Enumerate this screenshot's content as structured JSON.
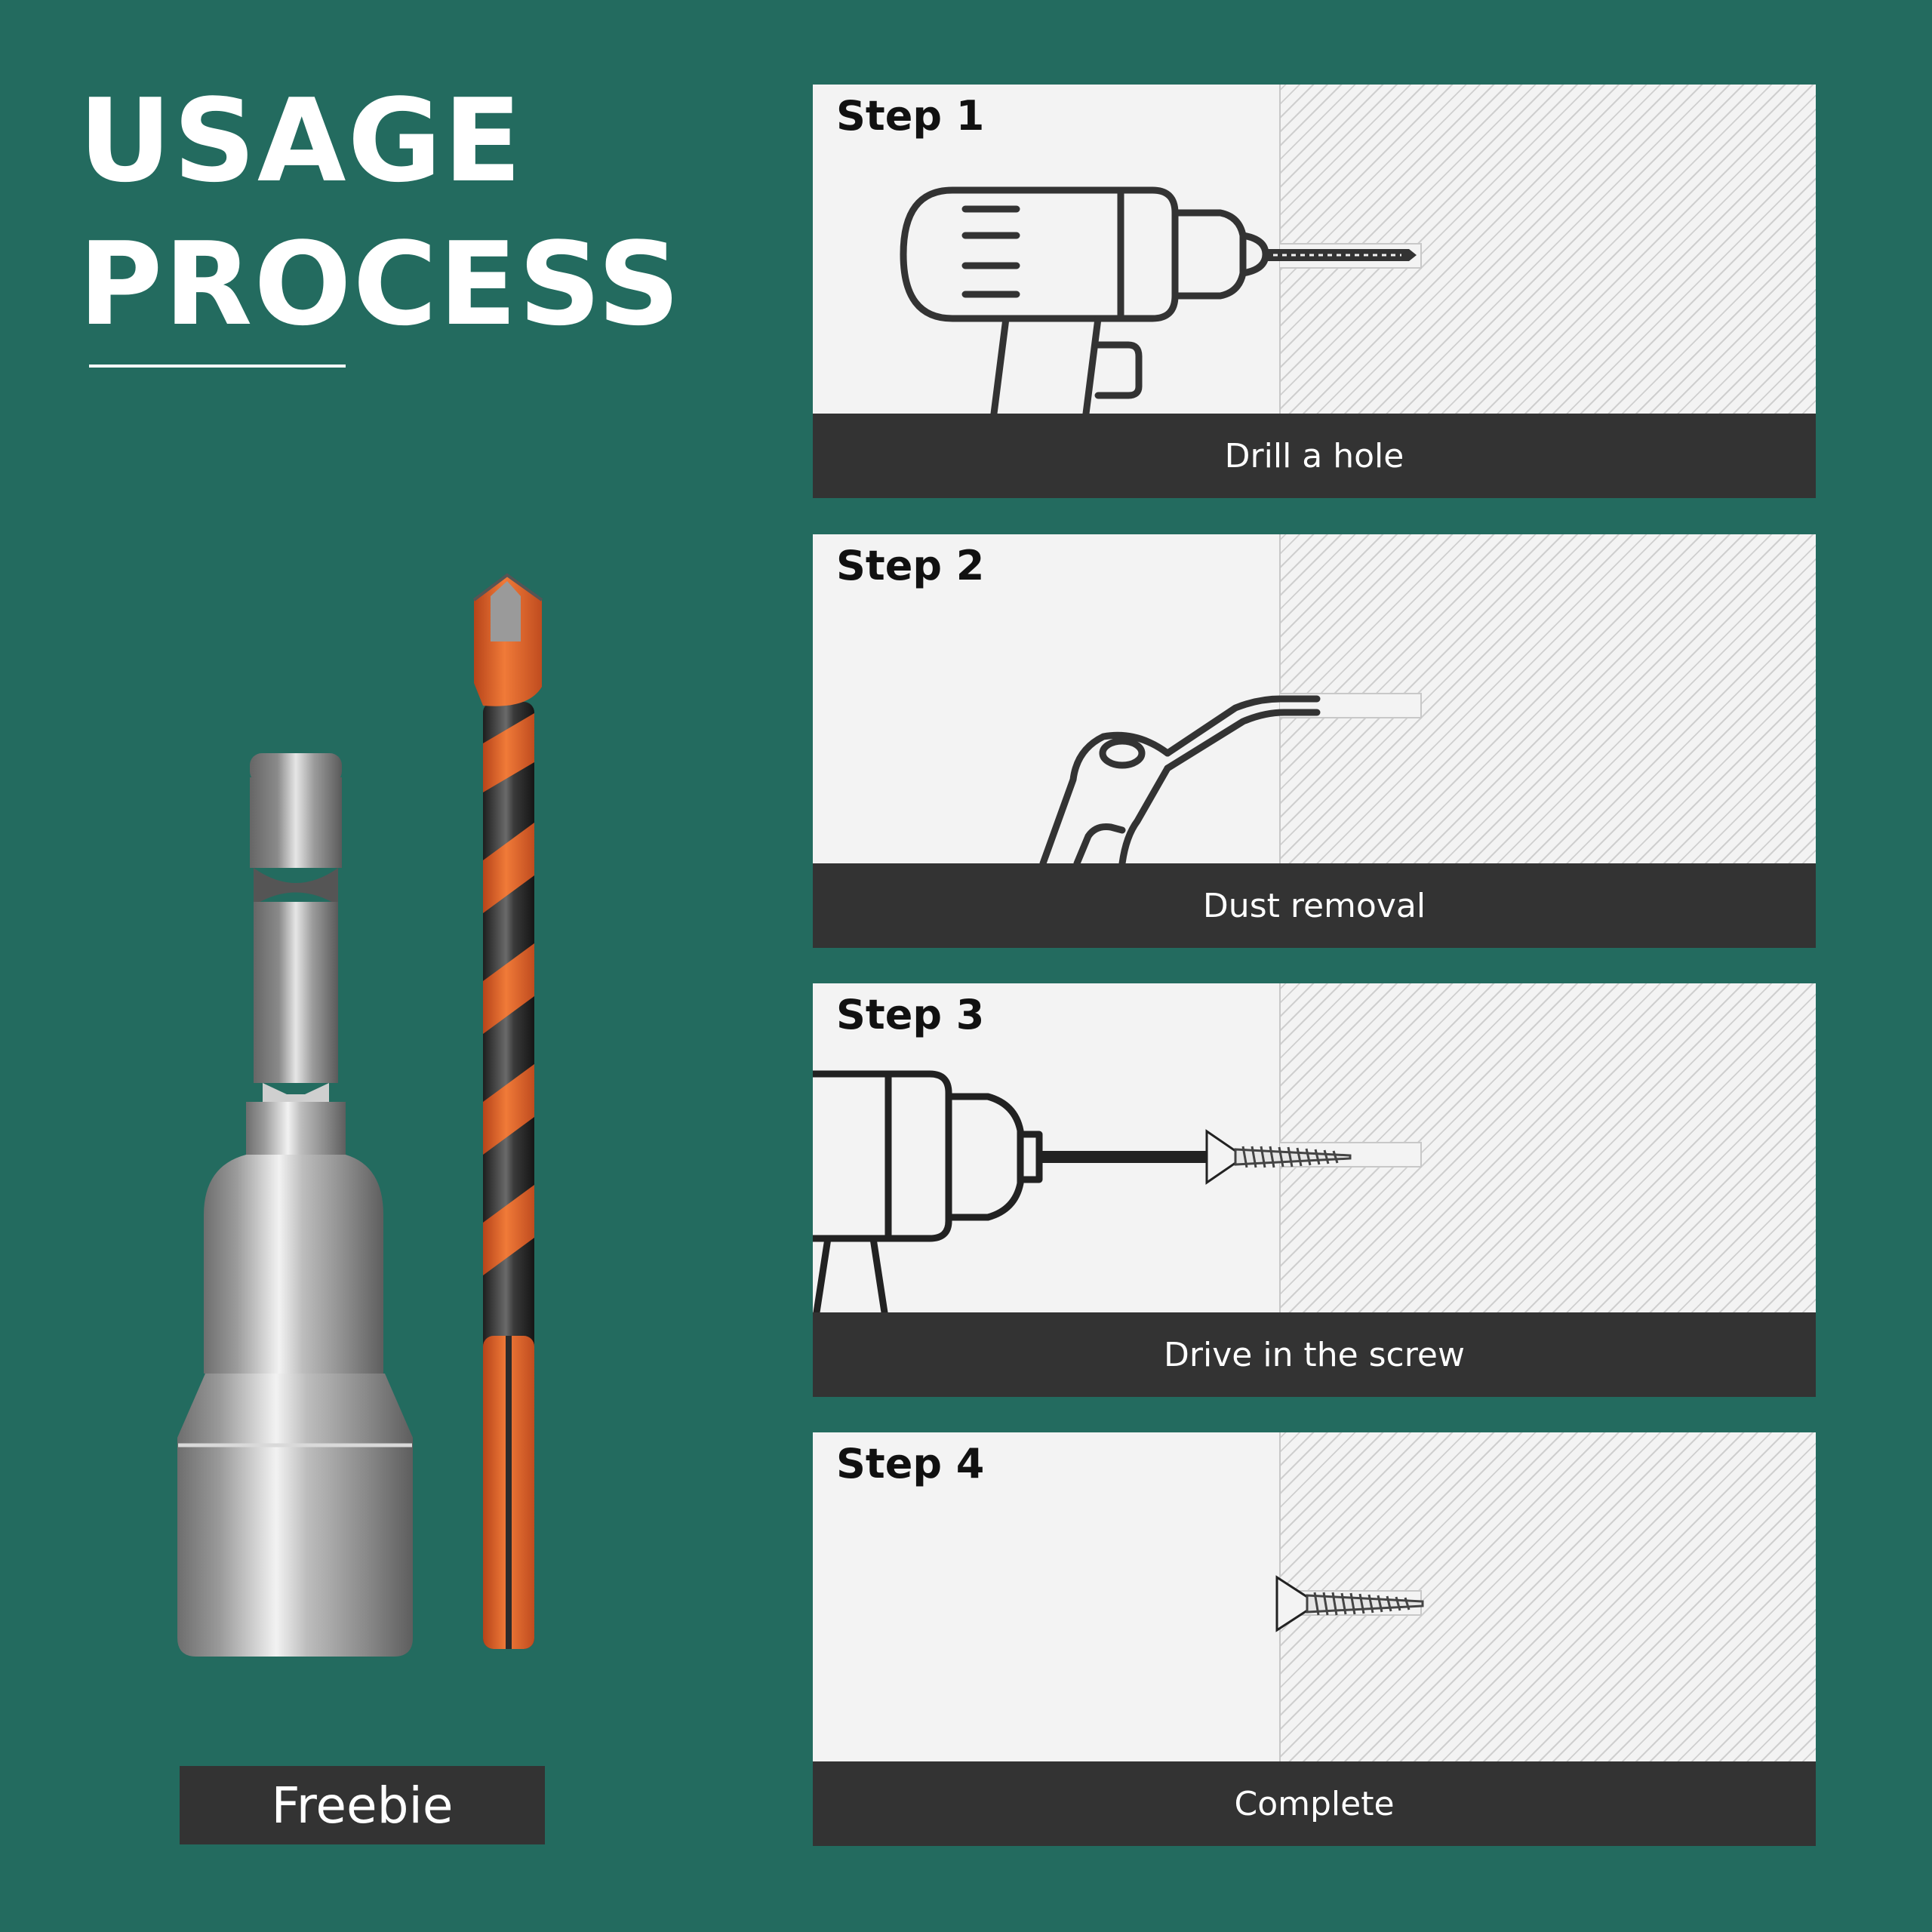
{
  "header": {
    "title_line1": "USAGE",
    "title_line2": "PROCESS"
  },
  "products": {
    "socket_icon": "hex-nut-driver-socket",
    "bit_icon": "orange-spiral-masonry-drill-bit",
    "freebie_label": "Freebie"
  },
  "steps": [
    {
      "label": "Step 1",
      "caption": "Drill a hole",
      "icon": "drill-with-bit"
    },
    {
      "label": "Step 2",
      "caption": "Dust removal",
      "icon": "air-blower"
    },
    {
      "label": "Step 3",
      "caption": "Drive in the screw",
      "icon": "drill-with-screw"
    },
    {
      "label": "Step 4",
      "caption": "Complete",
      "icon": "screw-in-wall"
    }
  ],
  "colors": {
    "background": "#236b5f",
    "caption_bar": "#333333",
    "panel": "#f3f3f3",
    "bit_orange": "#e8682a"
  }
}
